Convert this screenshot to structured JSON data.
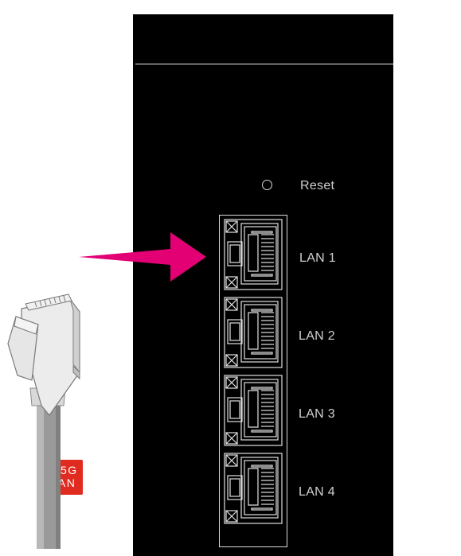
{
  "router": {
    "reset_label": "Reset",
    "ports": [
      {
        "label": "LAN 1"
      },
      {
        "label": "LAN 2"
      },
      {
        "label": "LAN 3"
      },
      {
        "label": "LAN 4"
      }
    ],
    "badge": {
      "line1": "2.5G",
      "line2": "LAN"
    }
  },
  "colors": {
    "panel": "#000000",
    "arrow": "#e20074",
    "badge": "#e02b20",
    "label_text": "#d0d0d0",
    "cable": "#9a9a9a"
  },
  "icons": {
    "arrow": "arrow-right-icon",
    "plug": "ethernet-plug-icon",
    "port": "rj45-port-icon"
  }
}
